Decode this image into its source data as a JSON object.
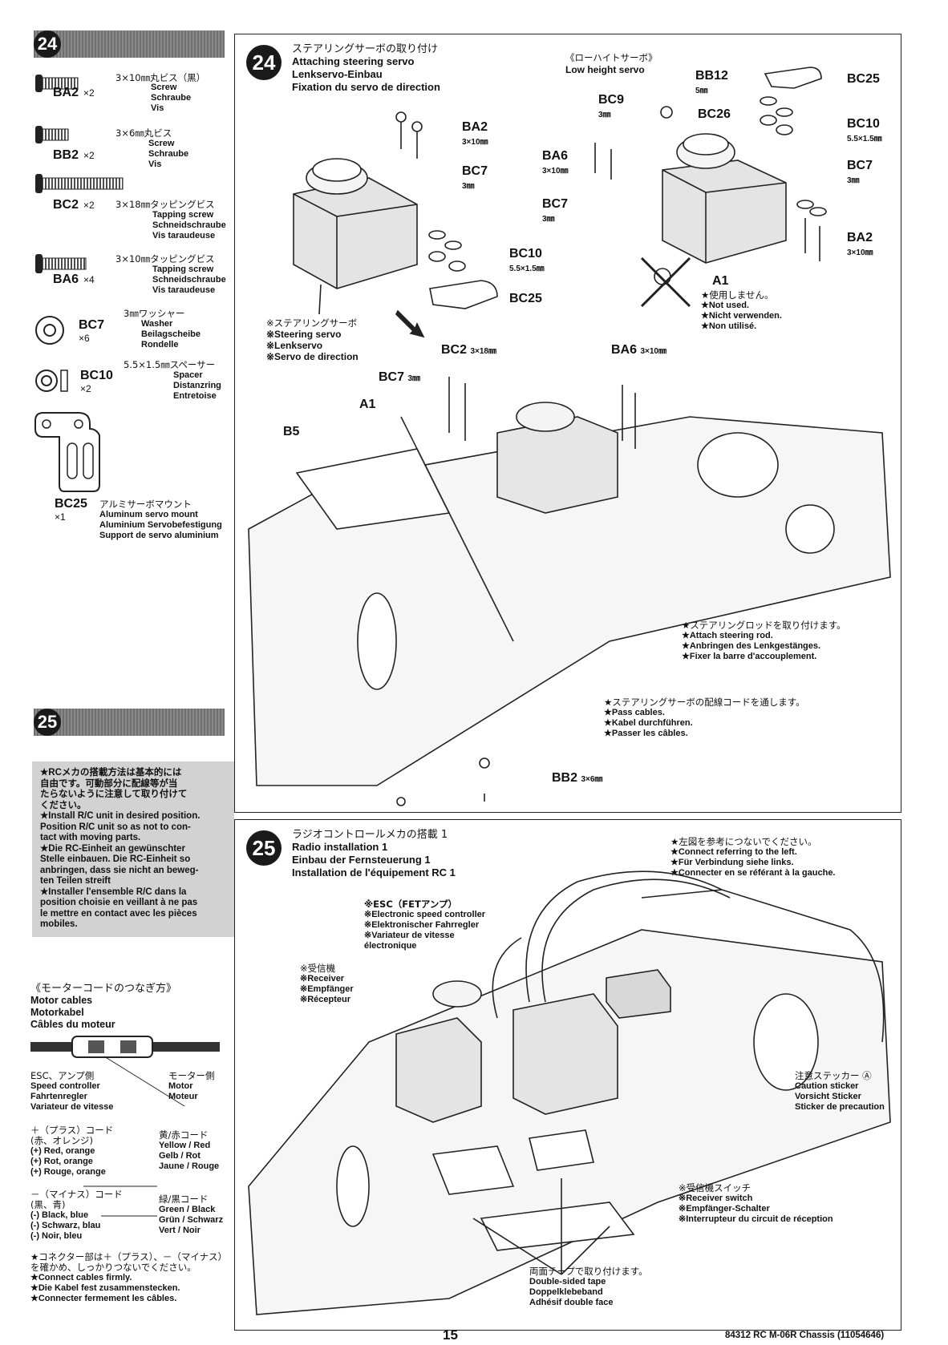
{
  "left": {
    "step24": {
      "number": "24"
    },
    "parts": [
      {
        "code": "BA2",
        "qty": "×2",
        "size": "3×10㎜丸ビス（黒）",
        "names": [
          "Screw",
          "Schraube",
          "Vis"
        ]
      },
      {
        "code": "BB2",
        "qty": "×2",
        "size": "3×6㎜丸ビス",
        "names": [
          "Screw",
          "Schraube",
          "Vis"
        ]
      },
      {
        "code": "BC2",
        "qty": "×2",
        "size": "3×18㎜タッピングビス",
        "names": [
          "Tapping screw",
          "Schneidschraube",
          "Vis taraudeuse"
        ]
      },
      {
        "code": "BA6",
        "qty": "×4",
        "size": "3×10㎜タッピングビス",
        "names": [
          "Tapping screw",
          "Schneidschraube",
          "Vis taraudeuse"
        ]
      },
      {
        "code": "BC7",
        "qty": "×6",
        "size": "3㎜ワッシャー",
        "names": [
          "Washer",
          "Beilagscheibe",
          "Rondelle"
        ]
      },
      {
        "code": "BC10",
        "qty": "×2",
        "size": "5.5×1.5㎜スペーサー",
        "names": [
          "Spacer",
          "Distanzring",
          "Entretoise"
        ]
      },
      {
        "code": "BC25",
        "qty": "×1",
        "size": "アルミサーボマウント",
        "names": [
          "Aluminum servo mount",
          "Aluminium Servobefestigung",
          "Support de servo aluminium"
        ]
      }
    ],
    "step25": {
      "number": "25"
    },
    "note": [
      "★RCメカの搭載方法は基本的には",
      "自由です。可動部分に配線等が当",
      "たらないように注意して取り付けて",
      "ください。",
      "★Install R/C unit in desired position.",
      "Position R/C unit so as not to con-",
      "tact with moving parts.",
      "★Die RC-Einheit an gewünschter",
      "Stelle einbauen. Die RC-Einheit so",
      "anbringen, dass sie nicht an beweg-",
      "ten Teilen streift",
      "★Installer l'ensemble R/C dans la",
      "position choisie en veillant à ne pas",
      "le mettre en contact avec les pièces",
      "mobiles."
    ],
    "motor": {
      "title_jp": "《モーターコードのつなぎ方》",
      "title_lines": [
        "Motor cables",
        "Motorkabel",
        "Câbles du moteur"
      ],
      "esc_side": [
        "ESC、アンプ側",
        "Speed controller",
        "Fahrtenregler",
        "Variateur de vitesse"
      ],
      "motor_side": [
        "モーター側",
        "Motor",
        "Moteur"
      ],
      "plus_left": [
        "＋（プラス）コード",
        "(赤、オレンジ)",
        "(+) Red, orange",
        "(+) Rot, orange",
        "(+) Rouge, orange"
      ],
      "plus_right": [
        "黄/赤コード",
        "Yellow / Red",
        "Gelb / Rot",
        "Jaune / Rouge"
      ],
      "minus_left": [
        "－（マイナス）コード",
        "(黒、青)",
        "(-) Black, blue",
        "(-) Schwarz, blau",
        "(-) Noir, bleu"
      ],
      "minus_right": [
        "緑/黒コード",
        "Green / Black",
        "Grün / Schwarz",
        "Vert / Noir"
      ],
      "connect": [
        "★コネクター部は＋（プラス）、－（マイナス）",
        "を確かめ、しっかりつないでください。",
        "★Connect cables firmly.",
        "★Die Kabel fest zusammenstecken.",
        "★Connecter fermement les câbles."
      ]
    }
  },
  "panel24": {
    "number": "24",
    "title_jp": "ステアリングサーボの取り付け",
    "titles": [
      "Attaching steering servo",
      "Lenkservo-Einbau",
      "Fixation du servo de direction"
    ],
    "lowhigh_jp": "《ローハイトサーボ》",
    "lowhigh_en": "Low height servo",
    "servo_caption": [
      "※ステアリングサーボ",
      "※Steering servo",
      "※Lenkservo",
      "※Servo de direction"
    ],
    "not_used": [
      "★使用しません。",
      "★Not used.",
      "★Nicht verwenden.",
      "★Non utilisé."
    ],
    "rod_note": [
      "★ステアリングロッドを取り付けます。",
      "★Attach steering rod.",
      "★Anbringen des Lenkgestänges.",
      "★Fixer la barre d'accouplement."
    ],
    "cable_note": [
      "★ステアリングサーボの配線コードを通します。",
      "★Pass cables.",
      "★Kabel durchführen.",
      "★Passer les câbles."
    ],
    "labels": {
      "ba2": "BA2",
      "ba2_size": "3×10㎜",
      "bc7": "BC7",
      "bc7_size": "3㎜",
      "bc10": "BC10",
      "bc10_size": "5.5×1.5㎜",
      "bc25": "BC25",
      "bb12": "BB12",
      "bb12_size": "5㎜",
      "bc9": "BC9",
      "bc9_size": "3㎜",
      "bc26": "BC26",
      "ba6": "BA6",
      "ba6_size": "3×10㎜",
      "bc25r": "BC25",
      "bc10r": "BC10",
      "bc10r_size": "5.5×1.5㎜",
      "bc7r": "BC7",
      "bc7r_size": "3㎜",
      "bc7l": "BC7",
      "bc7l_size": "3㎜",
      "ba2r": "BA2",
      "ba2r_size": "3×10㎜",
      "a1": "A1",
      "bc2": "BC2",
      "bc2_size": "3×18㎜",
      "ba6b": "BA6",
      "ba6b_size": "3×10㎜",
      "bc7b": "BC7",
      "bc7b_size": "3㎜",
      "a1b": "A1",
      "b5": "B5",
      "bb2": "BB2",
      "bb2_size": "3×6㎜"
    }
  },
  "panel25": {
    "number": "25",
    "title_jp": "ラジオコントロールメカの搭載 1",
    "titles": [
      "Radio installation 1",
      "Einbau der Fernsteuerung 1",
      "Installation de l'équipement RC 1"
    ],
    "refer": [
      "★左図を参考につないでください。",
      "★Connect referring to the left.",
      "★Für Verbindung siehe links.",
      "★Connecter en se référant à la gauche."
    ],
    "esc": [
      "※ESC（FETアンプ）",
      "※Electronic speed controller",
      "※Elektronischer Fahrregler",
      "※Variateur de vitesse",
      "électronique"
    ],
    "receiver": [
      "※受信機",
      "※Receiver",
      "※Empfänger",
      "※Récepteur"
    ],
    "caution": [
      "注意ステッカー Ⓐ",
      "Caution sticker",
      "Vorsicht Sticker",
      "Sticker de precaution"
    ],
    "switch": [
      "※受信機スイッチ",
      "※Receiver switch",
      "※Empfänger-Schalter",
      "※Interrupteur du circuit de réception"
    ],
    "tape": [
      "両面テープで取り付けます。",
      "Double-sided tape",
      "Doppelklebeband",
      "Adhésif double face"
    ]
  },
  "footer": {
    "page": "15",
    "model": "84312 RC M-06R Chassis (11054646)"
  }
}
